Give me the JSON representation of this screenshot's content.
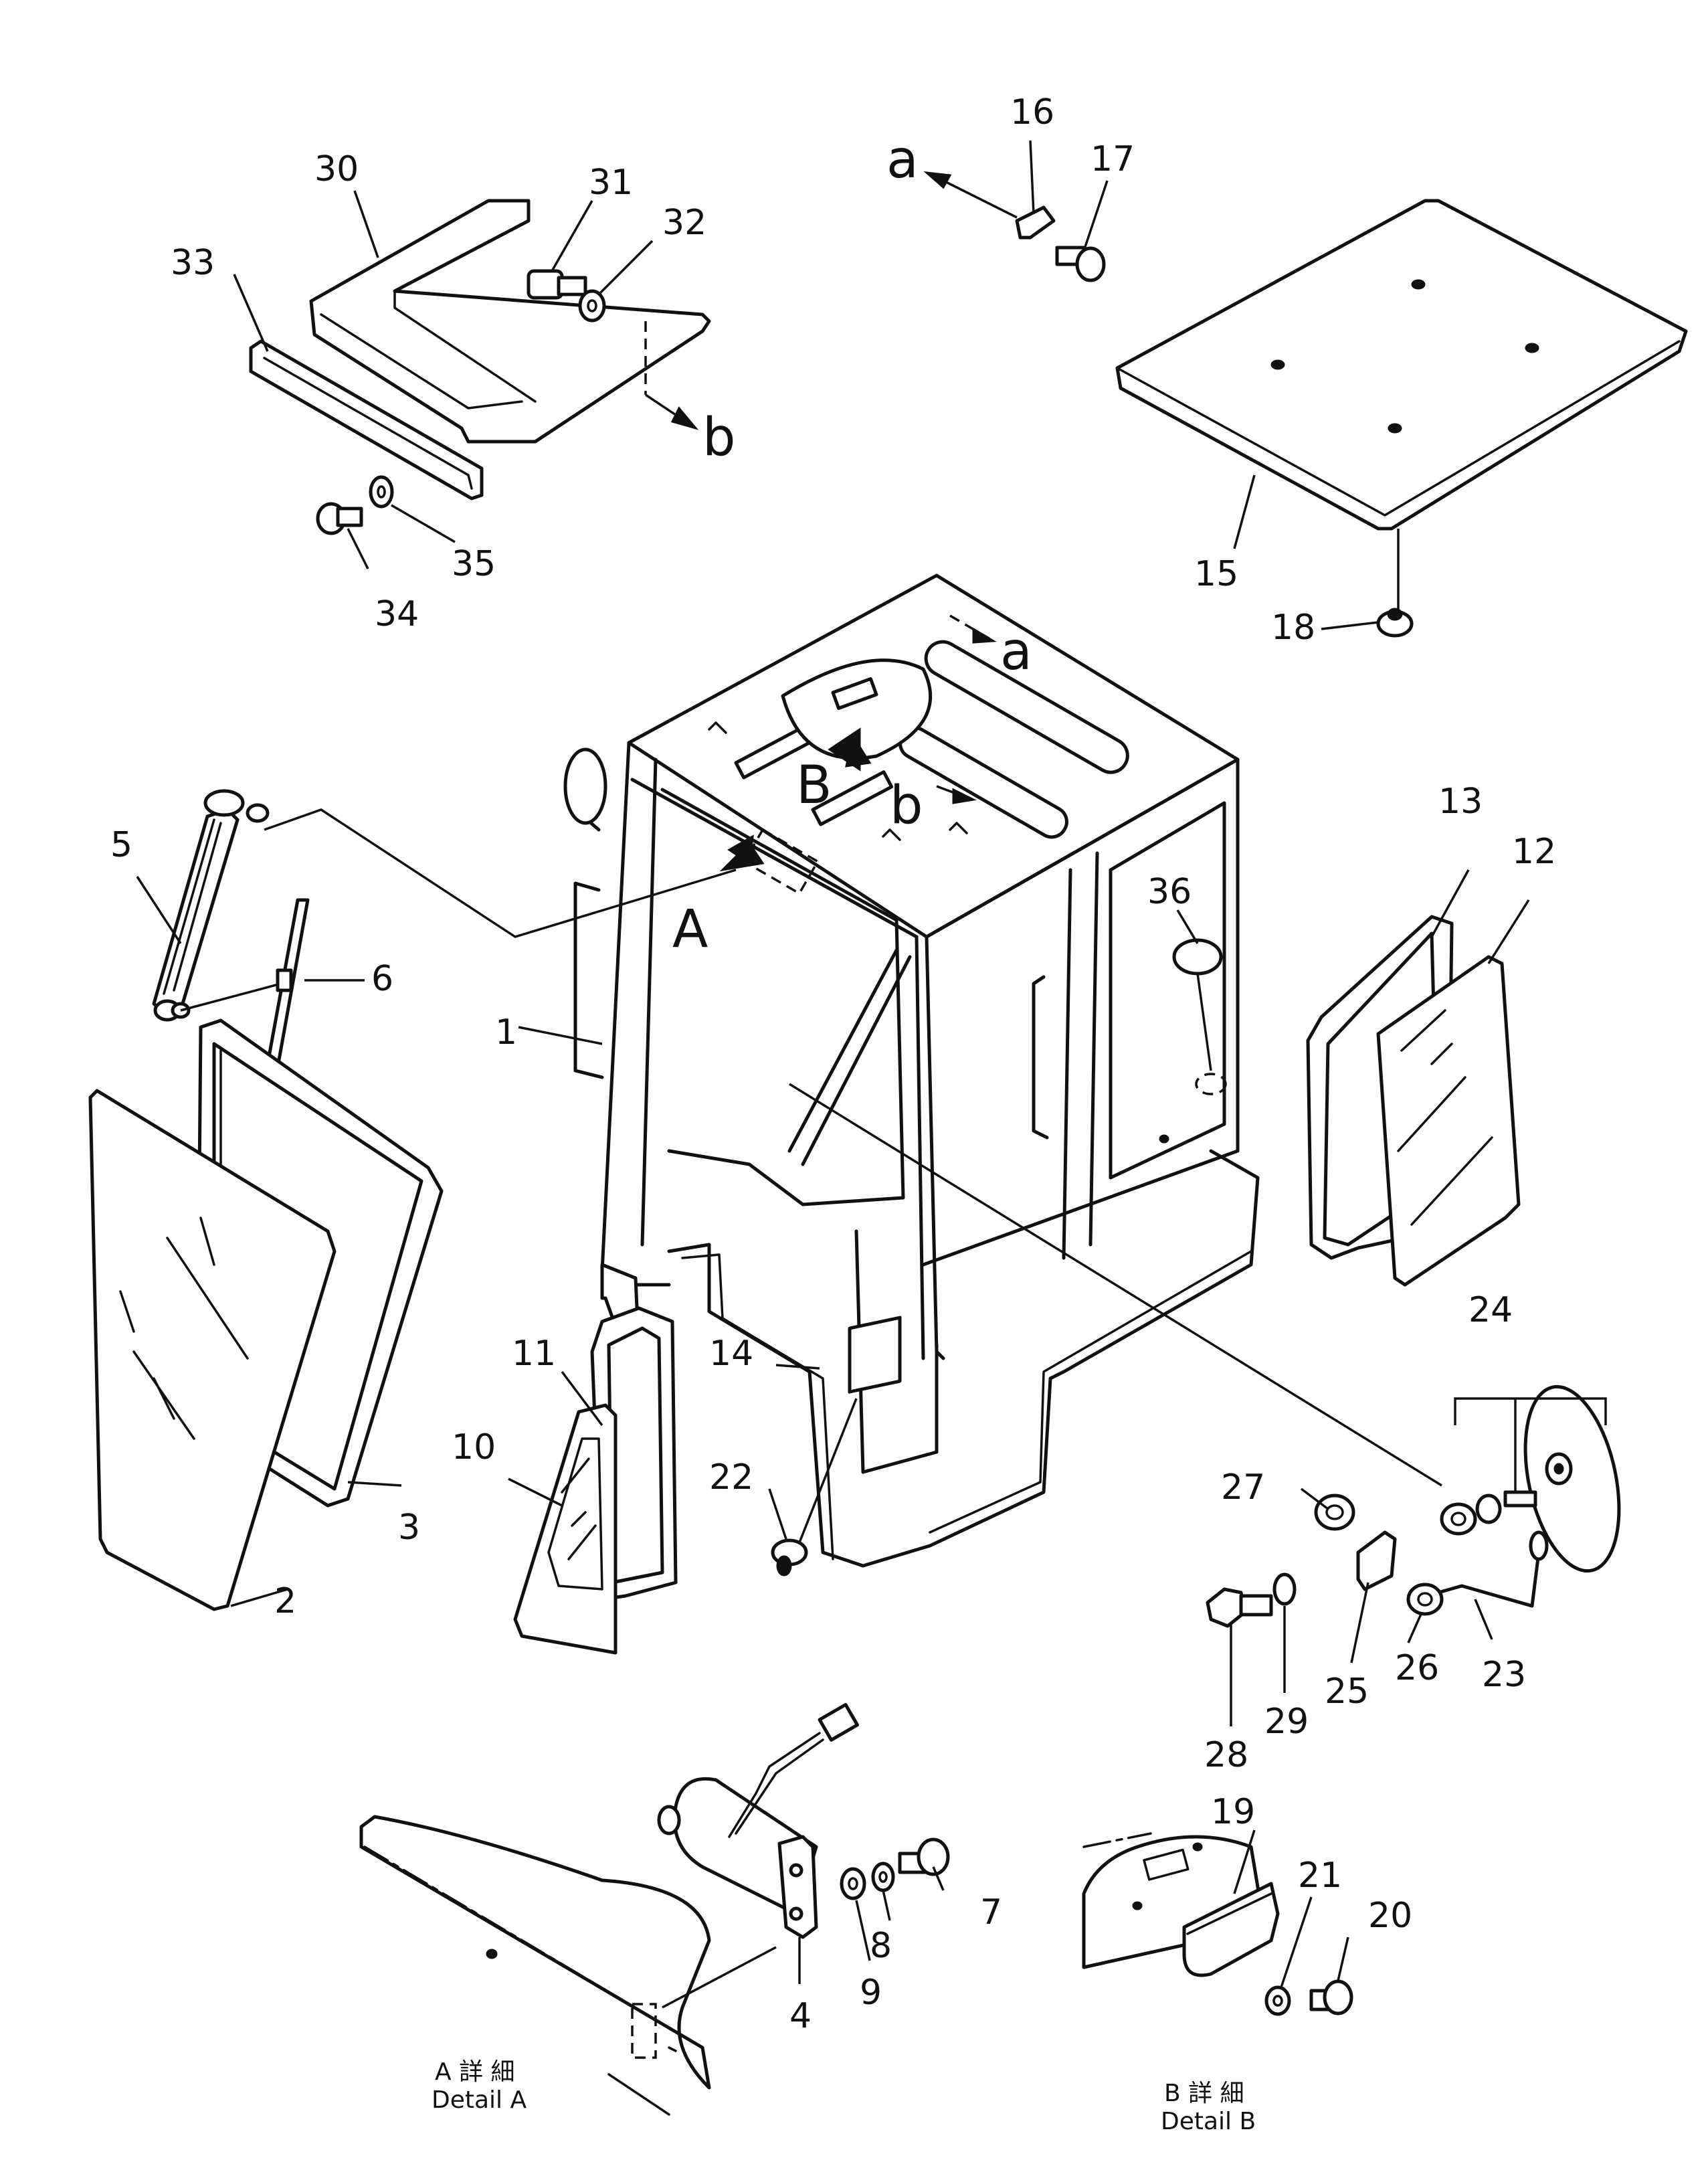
{
  "part_numbers": [
    "1",
    "2",
    "3",
    "4",
    "5",
    "6",
    "7",
    "8",
    "9",
    "10",
    "11",
    "12",
    "13",
    "14",
    "15",
    "16",
    "17",
    "18",
    "19",
    "20",
    "21",
    "22",
    "23",
    "24",
    "25",
    "26",
    "27",
    "28",
    "29",
    "30",
    "31",
    "32",
    "33",
    "34",
    "35",
    "36"
  ],
  "reference_letters": {
    "a_top": "a",
    "a_roof": "a",
    "b_top": "b",
    "b_roof": "b",
    "A": "A",
    "B": "B"
  },
  "details": {
    "a": {
      "jp": "A 詳 細",
      "en": "Detail A"
    },
    "b": {
      "jp": "B 詳 細",
      "en": "Detail B"
    }
  }
}
